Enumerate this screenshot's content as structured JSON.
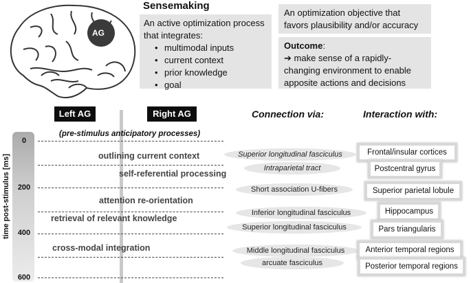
{
  "brain": {
    "region_label": "AG"
  },
  "sensemaking": {
    "title": "Sensemaking",
    "description": "An active optimization process that integrates:",
    "bullets": [
      "multimodal inputs",
      "current context",
      "prior knowledge",
      "goal"
    ]
  },
  "objective_box": {
    "text": "An optimization objective that favors plausibility and/or accuracy"
  },
  "outcome_box": {
    "label": "Outcome",
    "text": "make sense of a rapidly-changing environment to enable apposite actions and decisions"
  },
  "headers": {
    "left_ag": "Left AG",
    "right_ag": "Right AG",
    "connection": "Connection via:",
    "interaction": "Interaction with:"
  },
  "timeline": {
    "axis_label": "time post-stimulus [ms]",
    "ticks": [
      "0",
      "200",
      "400",
      "600"
    ]
  },
  "processes": {
    "pre_stimulus": "(pre-stimulus anticipatory processes)",
    "items": [
      "outlining current context",
      "self-referential processing",
      "attention re-orientation",
      "retrieval of relevant knowledge",
      "cross-modal integration"
    ]
  },
  "connections": [
    "Superior longitudinal fasciculus",
    "Intraparietal tract",
    "Short association U-fibers",
    "Inferior longitudinal fasciculus",
    "Superior longitudinal fasciculus",
    "Middle longitudinal fasciculus",
    "arcuate fasciculus"
  ],
  "interactions": [
    "Frontal/insular cortices",
    "Postcentral gyrus",
    "Superior parietal lobule",
    "Hippocampus",
    "Pars triangularis",
    "Anterior temporal regions",
    "Posterior temporal regions"
  ]
}
